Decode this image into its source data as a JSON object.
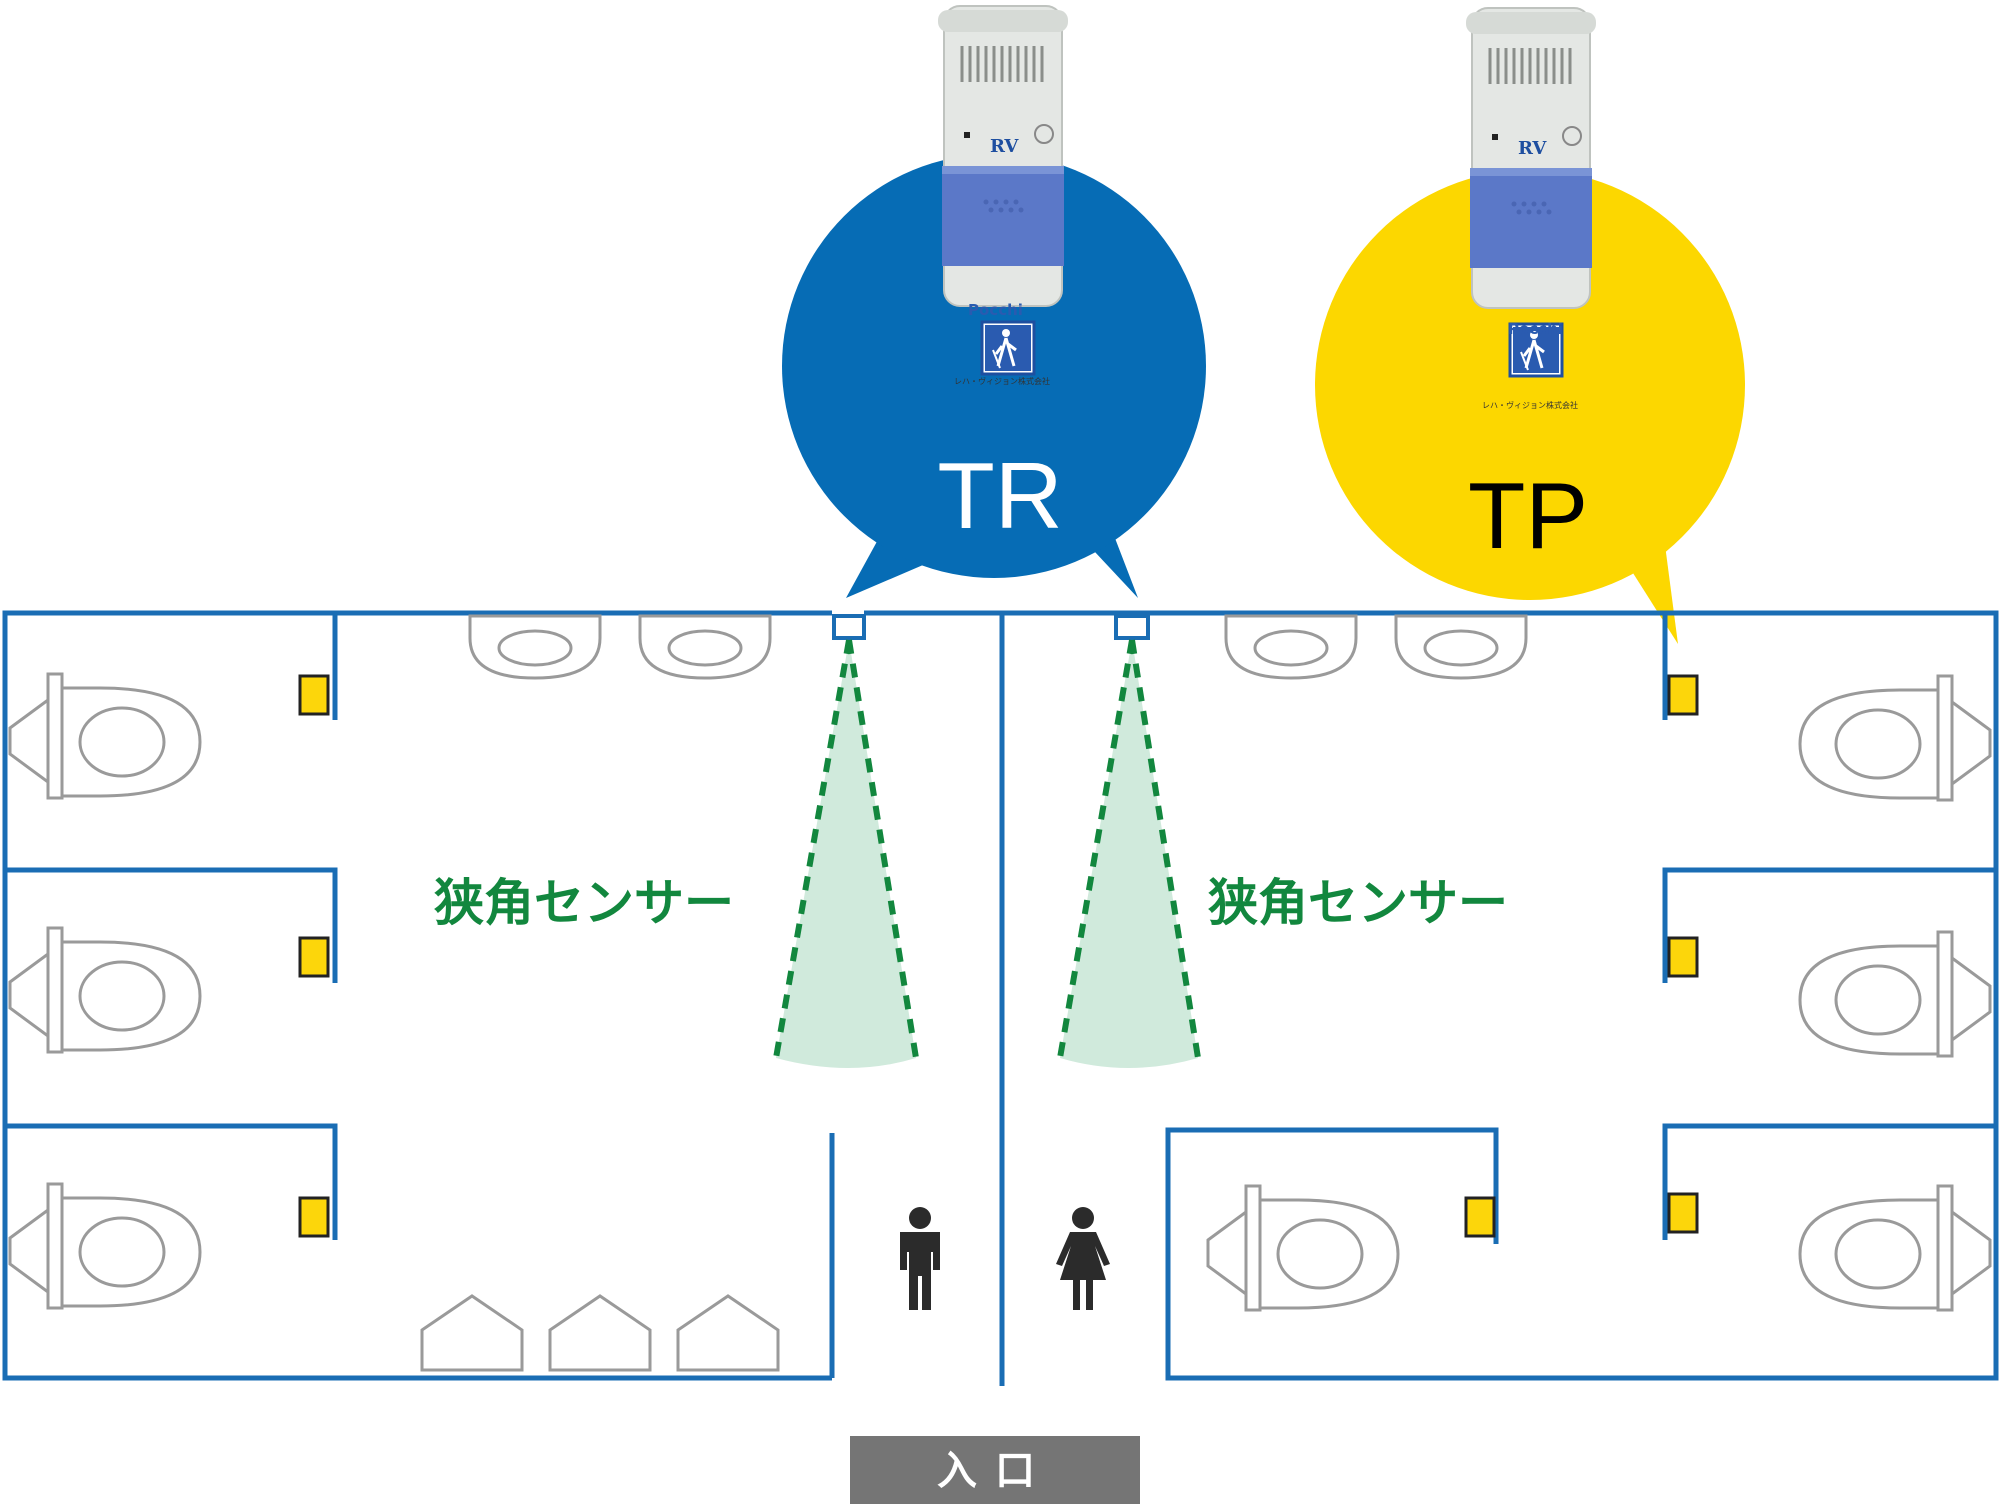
{
  "callouts": {
    "tr": {
      "label": "TR",
      "color": "#066cb5",
      "text_color": "#ffffff"
    },
    "tp": {
      "label": "TP",
      "color": "#fcd700",
      "text_color": "#000000"
    }
  },
  "device": {
    "brand": "Pocchi",
    "logo": "RV",
    "maker": "レハ・ヴィジョン株式会社",
    "front_color": "#5b78c8",
    "body_color": "#e4e7e4",
    "icon": "blind-person-icon"
  },
  "sensor": {
    "label_left": "狭角センサー",
    "label_right": "狭角センサー",
    "color": "#12873e",
    "fill": "#d0eadc"
  },
  "entrance": {
    "label": "入口",
    "color": "#757575"
  },
  "colors": {
    "wall": "#1a6db4",
    "fixture": "#9a9a9a",
    "beacon": "#fcd60b",
    "person": "#2b2b2b"
  },
  "icons": {
    "male": "male-person-icon",
    "female": "female-person-icon",
    "toilet": "toilet-icon",
    "urinal": "urinal-icon",
    "sink": "sink-icon"
  }
}
